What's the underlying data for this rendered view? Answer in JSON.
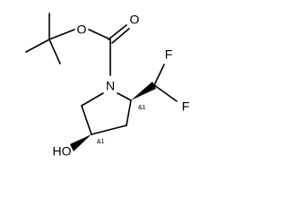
{
  "atoms": {
    "oxygen_ester": "O",
    "oxygen_carbonyl": "O",
    "nitrogen": "N",
    "fluorine_top": "F",
    "fluorine_right": "F",
    "hydroxyl": "HO"
  },
  "stereo_labels": {
    "c2": "&1",
    "c4": "&1"
  }
}
